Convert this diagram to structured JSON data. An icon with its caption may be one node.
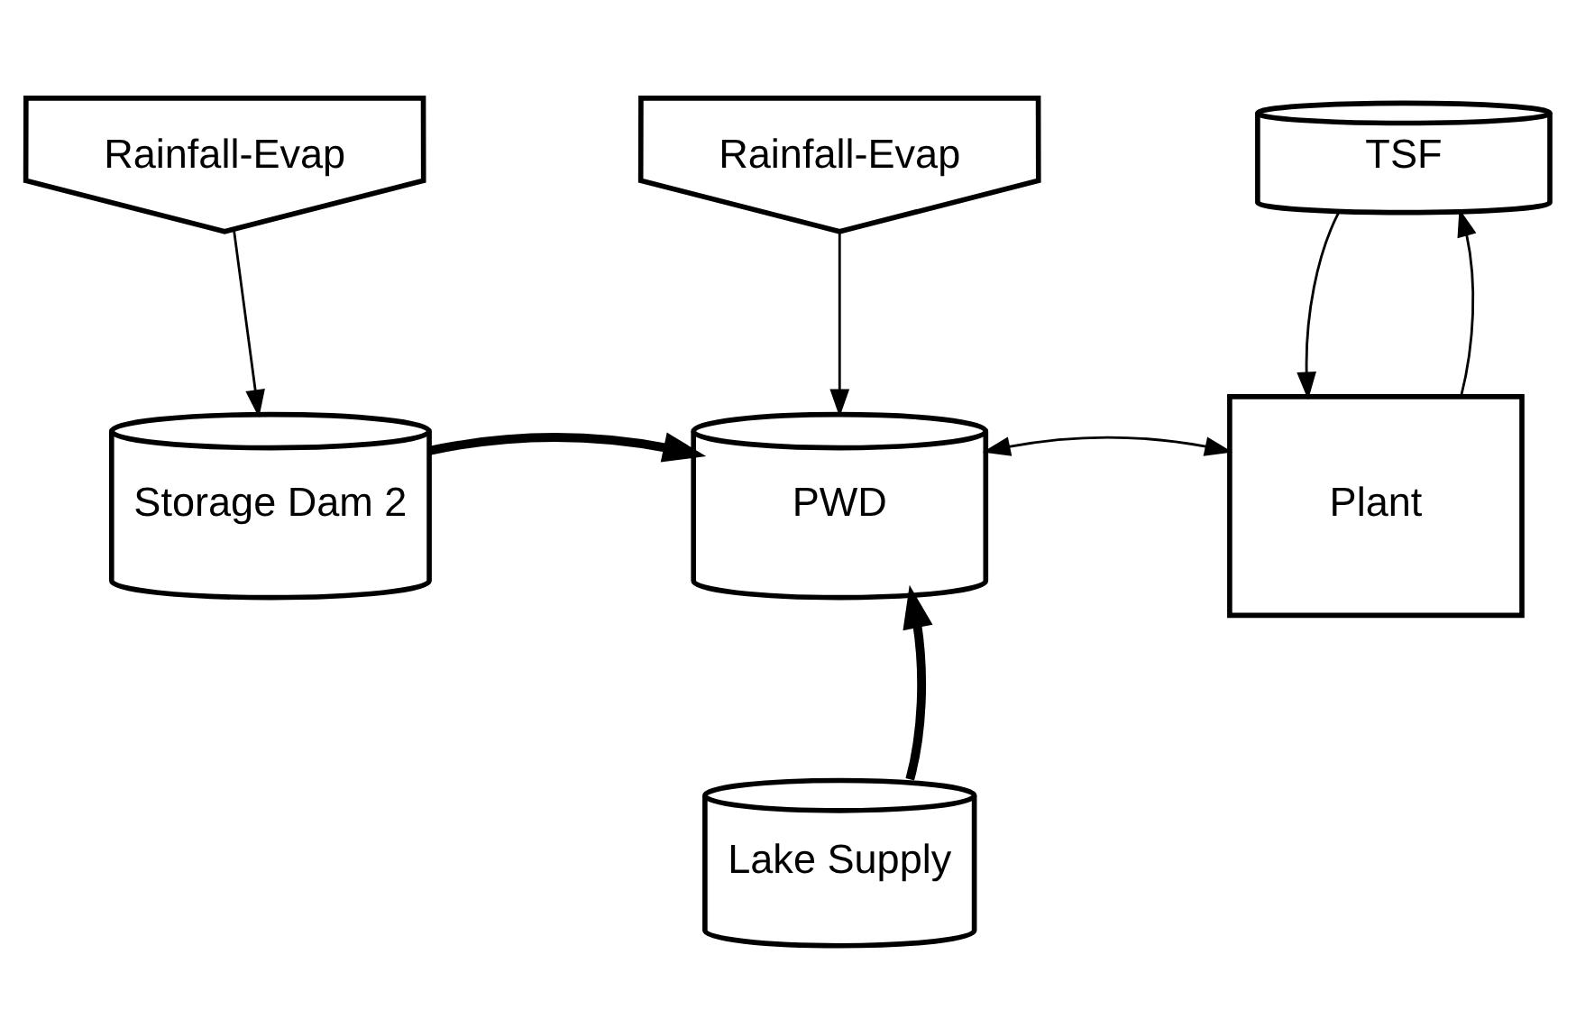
{
  "diagram": {
    "nodes": [
      {
        "text": [
          "Rainfall-Evap"
        ]
      },
      {
        "text": [
          "Rainfall-Evap"
        ]
      },
      {
        "text": [
          "TSF"
        ]
      },
      {
        "text": [
          "Storage Dam 2"
        ]
      },
      {
        "text": [
          "PWD"
        ]
      },
      {
        "text": [
          "Plant"
        ]
      },
      {
        "text": [
          "Lake Supply"
        ]
      }
    ],
    "edges": [
      {
        "from": 0,
        "to": 3,
        "arrow": "to"
      },
      {
        "from": 1,
        "to": 4,
        "arrow": "to"
      },
      {
        "from": 3,
        "to": 4,
        "arrow": "to",
        "style": "thick"
      },
      {
        "from": 4,
        "to": 5,
        "arrow": "both"
      },
      {
        "from": 5,
        "to": 2,
        "arrow": "to"
      },
      {
        "from": 2,
        "to": 5,
        "arrow": "to"
      },
      {
        "from": 6,
        "to": 4,
        "arrow": "to",
        "style": "thick"
      }
    ]
  }
}
